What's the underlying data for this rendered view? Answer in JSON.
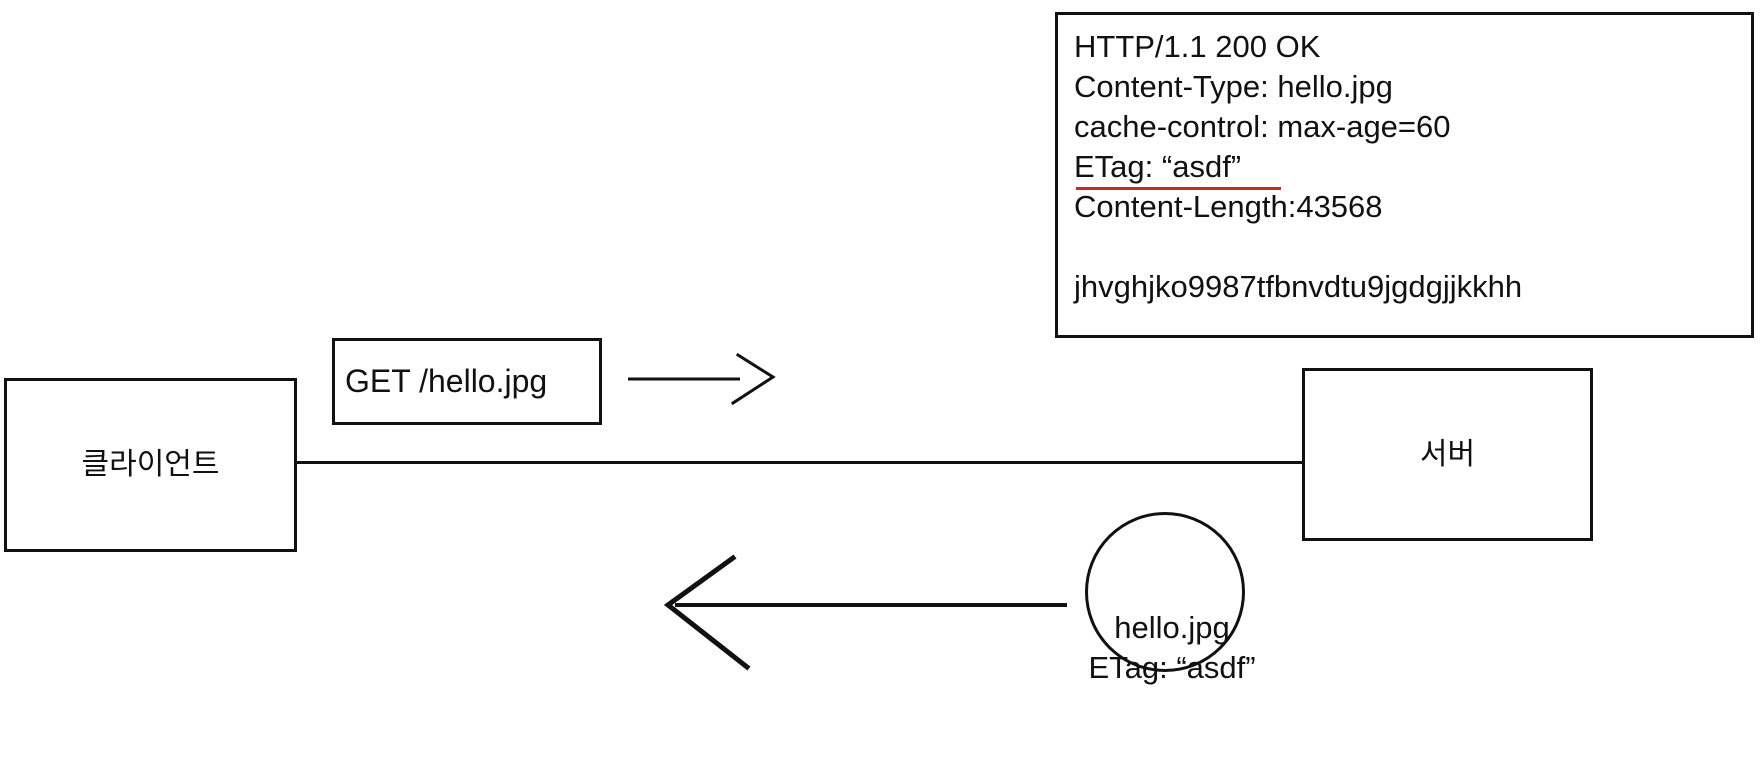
{
  "diagram": {
    "title": "HTTP caching request/response flow",
    "accent_red": "#cc2a24",
    "stroke": "#111111",
    "background": "#ffffff"
  },
  "client": {
    "label": "클라이언트"
  },
  "server": {
    "label": "서버"
  },
  "request": {
    "label": "GET /hello.jpg",
    "arrow_direction": "right"
  },
  "response": {
    "arrow_direction": "left"
  },
  "http_response": {
    "lines": [
      "HTTP/1.1 200 OK",
      "Content-Type: hello.jpg",
      "cache-control: max-age=60",
      "ETag: “asdf”",
      "Content-Length:43568",
      "",
      "jhvghjko9987tfbnvdtu9jgdgjjkkhh"
    ],
    "underlined_line_index": 3,
    "underline_color": "#cc2a24"
  },
  "resource": {
    "shape": "circle",
    "caption": [
      "hello.jpg",
      "ETag: “asdf”"
    ]
  }
}
